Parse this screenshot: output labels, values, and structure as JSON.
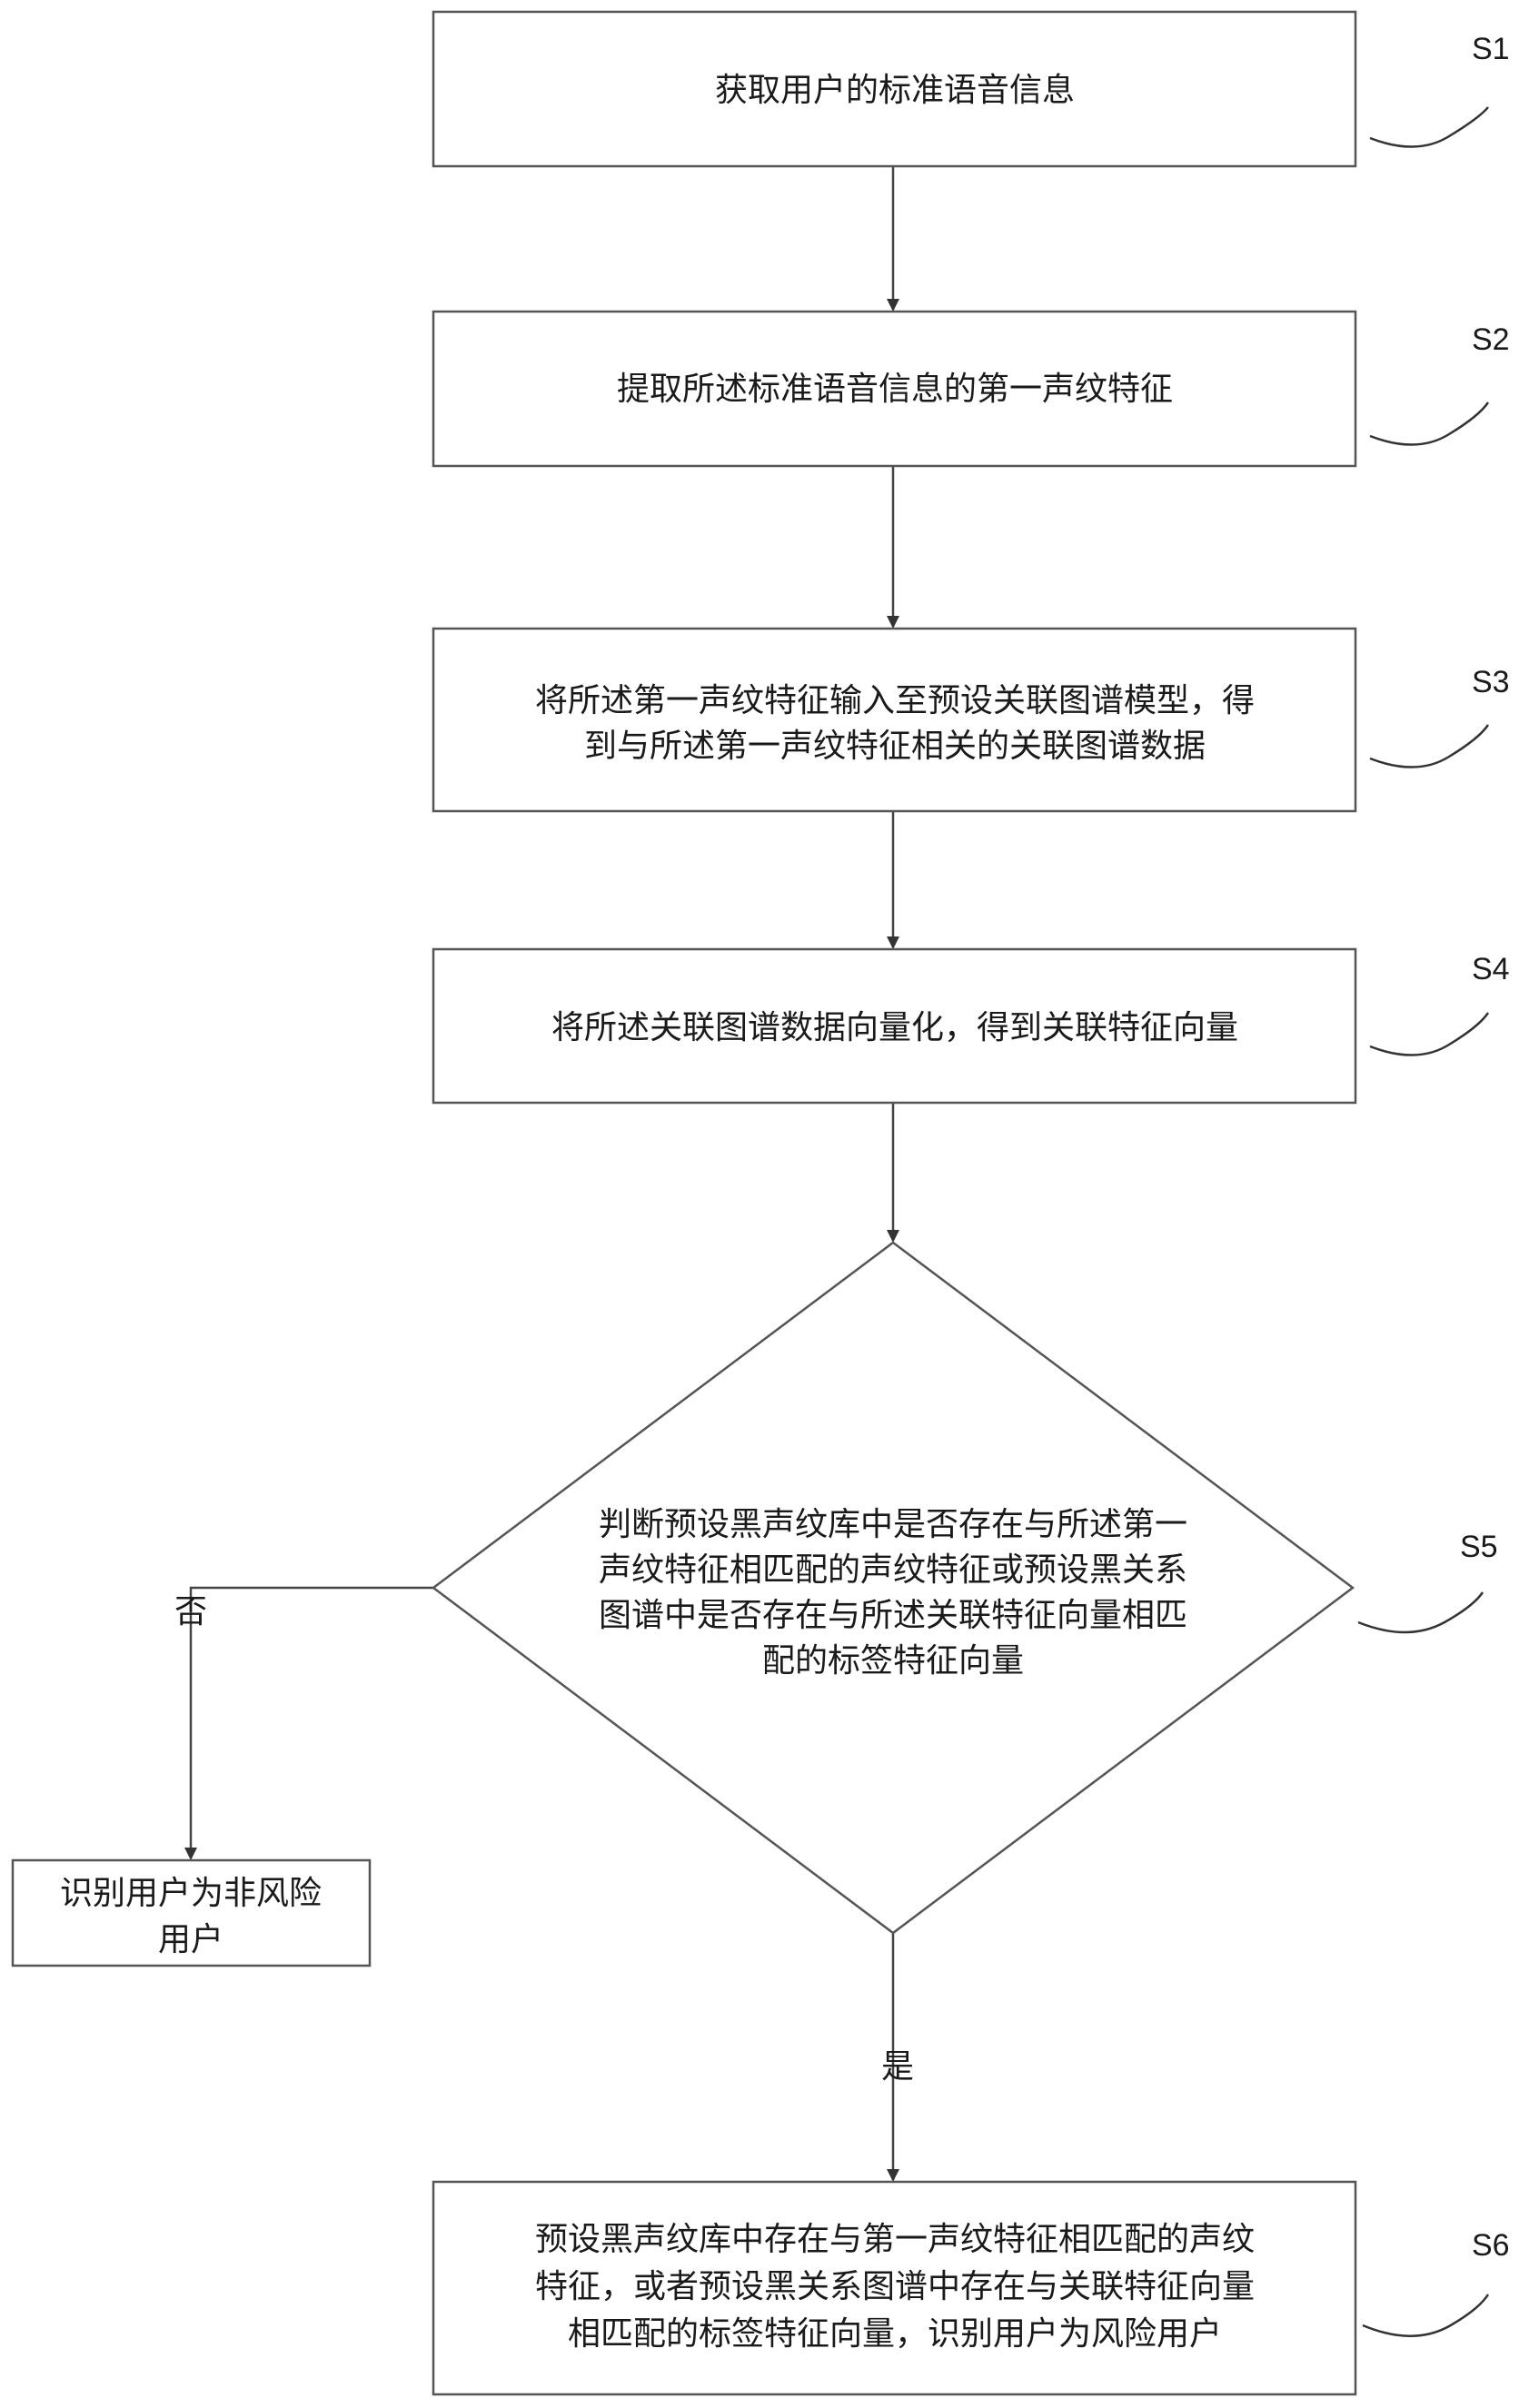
{
  "nodes": {
    "s1": {
      "label": "S1",
      "lines": [
        "获取用户的标准语音信息"
      ]
    },
    "s2": {
      "label": "S2",
      "lines": [
        "提取所述标准语音信息的第一声纹特征"
      ]
    },
    "s3": {
      "label": "S3",
      "lines": [
        "将所述第一声纹特征输入至预设关联图谱模型，得",
        "到与所述第一声纹特征相关的关联图谱数据"
      ]
    },
    "s4": {
      "label": "S4",
      "lines": [
        "将所述关联图谱数据向量化，得到关联特征向量"
      ]
    },
    "s5": {
      "label": "S5",
      "lines": [
        "判断预设黑声纹库中是否存在与所述第一",
        "声纹特征相匹配的声纹特征或预设黑关系",
        "图谱中是否存在与所述关联特征向量相匹",
        "配的标签特征向量"
      ]
    },
    "s6": {
      "label": "S6",
      "lines": [
        "预设黑声纹库中存在与第一声纹特征相匹配的声纹",
        "特征，或者预设黑关系图谱中存在与关联特征向量",
        "相匹配的标签特征向量，识别用户为风险用户"
      ]
    },
    "non_risk": {
      "lines": [
        "识别用户为非风险",
        "用户"
      ]
    }
  },
  "branches": {
    "no": "否",
    "yes": "是"
  }
}
